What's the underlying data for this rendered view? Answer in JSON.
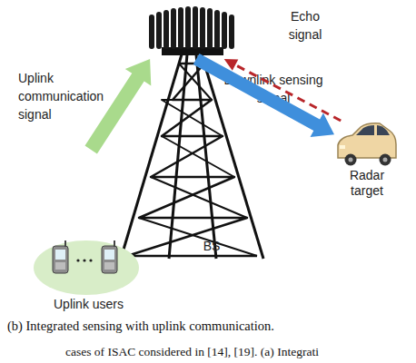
{
  "diagram": {
    "caption": "(b) Integrated sensing with uplink communication.",
    "nodes": [
      {
        "text": [
          "Uplink users"
        ]
      },
      {
        "text": [
          "BS"
        ]
      },
      {
        "text": [
          "Radar target"
        ]
      }
    ],
    "edges": [
      {
        "from": 0,
        "to": 1,
        "arrow": "to",
        "label": "Uplink communication signal"
      },
      {
        "from": 1,
        "to": 2,
        "arrow": "to",
        "label": "Downlink sensing signal"
      },
      {
        "from": 2,
        "to": 1,
        "arrow": "to",
        "label": "Echo signal"
      }
    ],
    "labels": [
      "cases of ISAC considered in [14], [19]. (a) Integrati"
    ]
  }
}
